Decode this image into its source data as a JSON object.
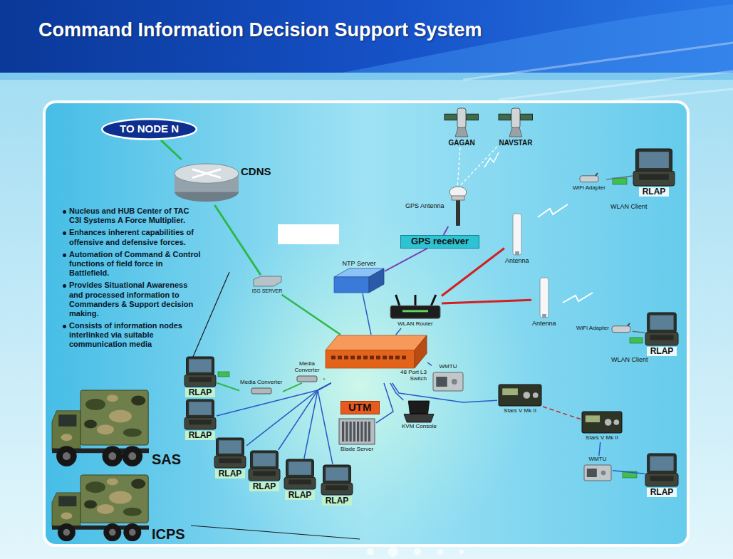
{
  "diagram": {
    "title": "Command Information Decision Support System",
    "nodes": [
      {
        "text": [
          "TO NODE N"
        ]
      },
      {
        "text": [
          "CDNS"
        ]
      },
      {
        "text": [
          "ISG SERVER"
        ]
      },
      {
        "text": [
          "NTP Server"
        ]
      },
      {
        "text": [
          "GPS receiver"
        ]
      },
      {
        "text": [
          "GAGAN"
        ]
      },
      {
        "text": [
          "NAVSTAR"
        ]
      },
      {
        "text": [
          "GPS Antenna"
        ]
      },
      {
        "text": [
          "WLAN Router"
        ]
      },
      {
        "text": [
          "Antenna"
        ]
      },
      {
        "text": [
          "Antenna"
        ]
      },
      {
        "text": [
          "WiFi Adapter"
        ]
      },
      {
        "text": [
          "RLAP"
        ]
      },
      {
        "text": [
          "WiFi Adapter"
        ]
      },
      {
        "text": [
          "RLAP"
        ]
      },
      {
        "text": [
          "48 Port L3 Switch"
        ]
      },
      {
        "text": [
          "UTM"
        ]
      },
      {
        "text": [
          "Blade Server"
        ]
      },
      {
        "text": [
          "KVM Console"
        ]
      },
      {
        "text": [
          "WMTU"
        ]
      },
      {
        "text": [
          "Stars V Mk II"
        ]
      },
      {
        "text": [
          "Stars V Mk II"
        ]
      },
      {
        "text": [
          "WMTU"
        ]
      },
      {
        "text": [
          "RLAP"
        ]
      },
      {
        "text": [
          "Media Converter"
        ]
      },
      {
        "text": [
          "Media Converter"
        ]
      },
      {
        "text": [
          "RLAP"
        ]
      },
      {
        "text": [
          "RLAP"
        ]
      },
      {
        "text": [
          "RLAP"
        ]
      },
      {
        "text": [
          "RLAP"
        ]
      },
      {
        "text": [
          "RLAP"
        ]
      },
      {
        "text": [
          "RLAP"
        ]
      },
      {
        "text": [
          "SAS"
        ]
      },
      {
        "text": [
          "ICPS"
        ]
      }
    ],
    "edges": [
      {
        "from": 0,
        "to": 1,
        "arrow": "none"
      },
      {
        "from": 1,
        "to": 2,
        "arrow": "none"
      },
      {
        "from": 2,
        "to": 15,
        "arrow": "none"
      },
      {
        "from": 15,
        "to": 3,
        "arrow": "none"
      },
      {
        "from": 7,
        "to": 4,
        "arrow": "none"
      },
      {
        "from": 4,
        "to": 3,
        "arrow": "none"
      },
      {
        "from": 5,
        "to": 7,
        "arrow": "none"
      },
      {
        "from": 6,
        "to": 7,
        "arrow": "none"
      },
      {
        "from": 15,
        "to": 8,
        "arrow": "none"
      },
      {
        "from": 8,
        "to": 9,
        "arrow": "none"
      },
      {
        "from": 8,
        "to": 10,
        "arrow": "none"
      },
      {
        "from": 11,
        "to": 12,
        "arrow": "none"
      },
      {
        "from": 13,
        "to": 14,
        "arrow": "none"
      },
      {
        "from": 15,
        "to": 19,
        "arrow": "none"
      },
      {
        "from": 15,
        "to": 18,
        "arrow": "none"
      },
      {
        "from": 15,
        "to": 17,
        "arrow": "none"
      },
      {
        "from": 15,
        "to": 20,
        "arrow": "none"
      },
      {
        "from": 20,
        "to": 21,
        "arrow": "none"
      },
      {
        "from": 21,
        "to": 22,
        "arrow": "none"
      },
      {
        "from": 22,
        "to": 23,
        "arrow": "none"
      },
      {
        "from": 15,
        "to": 24,
        "arrow": "none"
      },
      {
        "from": 24,
        "to": 25,
        "arrow": "none"
      },
      {
        "from": 25,
        "to": 26,
        "arrow": "none"
      },
      {
        "from": 15,
        "to": 27,
        "arrow": "none"
      },
      {
        "from": 15,
        "to": 28,
        "arrow": "none"
      },
      {
        "from": 15,
        "to": 29,
        "arrow": "none"
      },
      {
        "from": 15,
        "to": 30,
        "arrow": "none"
      },
      {
        "from": 15,
        "to": 31,
        "arrow": "none"
      }
    ],
    "labels": [
      "Nucleus and HUB Center of TAC C3I Systems A Force Multiplier.",
      "Enhances inherent capabilities of offensive and defensive forces.",
      "Automation of Command & Control functions of field force in Battlefield.",
      "Provides Situational Awareness and processed information to Commanders & Support decision making.",
      "Consists of information nodes interlinked via suitable communication media",
      "WLAN Client",
      "WLAN Client"
    ]
  }
}
